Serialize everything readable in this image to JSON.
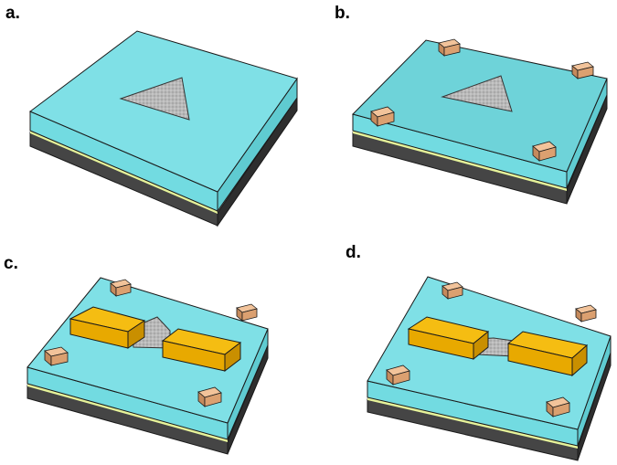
{
  "panels": [
    {
      "id": "a",
      "label": "a."
    },
    {
      "id": "b",
      "label": "b."
    },
    {
      "id": "c",
      "label": "c."
    },
    {
      "id": "d",
      "label": "d."
    }
  ],
  "colors": {
    "substrate_top": "#7ee0e6",
    "substrate_side_front": "#6fd6dc",
    "substrate_side_right": "#5cc6cc",
    "thin_film": "#e6f39a",
    "base_dark": "#4a4a4a",
    "base_dark_side": "#2f2f2f",
    "flake": "#b8b8b8",
    "marker_top": "#f0be94",
    "marker_side": "#c98a5a",
    "electrode_top": "#f2b705",
    "electrode_side": "#d99a00",
    "outline": "#1a1a1a"
  }
}
